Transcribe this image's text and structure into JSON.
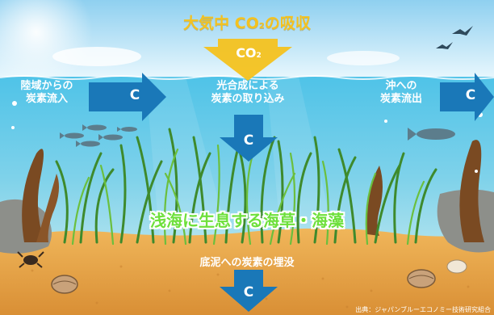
{
  "diagram": {
    "title": "大気中 CO",
    "title_subscript": "2",
    "title_suffix": "の吸収",
    "co2_arrow_label": "CO",
    "co2_arrow_subscript": "2",
    "land_inflow_label": "陸域からの\n炭素流入",
    "photosynthesis_label": "光合成による\n炭素の取り込み",
    "offshore_outflow_label": "沖への\n炭素流出",
    "carbon_symbol": "C",
    "headline": "浅海に生息する海草・海藻",
    "burial_label": "底泥への炭素の埋没",
    "source_credit": "出典：ジャパンブルーエコノミー技術研究組合"
  },
  "colors": {
    "sky_top": "#8fd0f0",
    "sky_bottom": "#e6f6fd",
    "water_top": "#4fc3e8",
    "water_bottom": "#a7e0ee",
    "seabed": "#e4a44a",
    "flow_arrow": "#1a78b8",
    "co2_arrow": "#f4c21f",
    "headline_text": "#6ee03c",
    "seagrass": "#3e8a2c"
  }
}
